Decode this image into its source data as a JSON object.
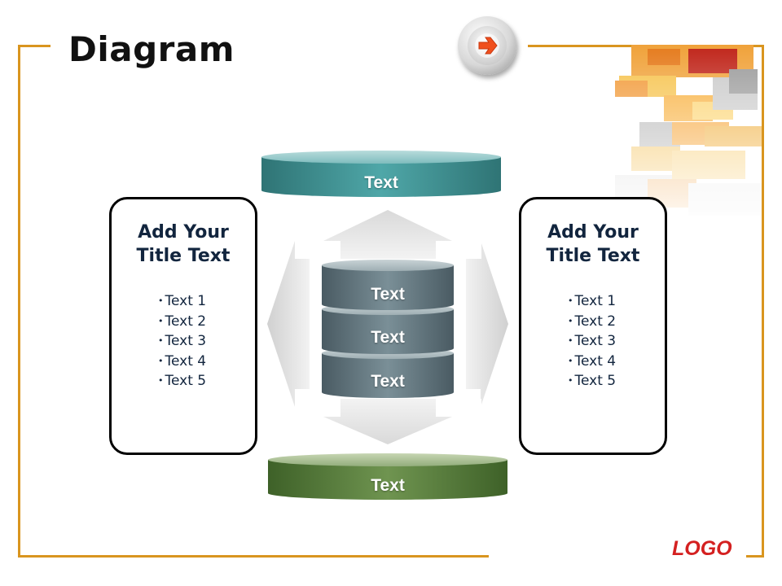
{
  "title": "Diagram",
  "logo": "LOGO",
  "top_disk": "Text",
  "bottom_disk": "Text",
  "stack": [
    "Text",
    "Text",
    "Text"
  ],
  "left_box": {
    "title_line1": "Add Your",
    "title_line2": "Title Text",
    "items": [
      "Text 1",
      "Text 2",
      "Text 3",
      "Text 4",
      "Text 5"
    ]
  },
  "right_box": {
    "title_line1": "Add Your",
    "title_line2": "Title Text",
    "items": [
      "Text 1",
      "Text 2",
      "Text 3",
      "Text 4",
      "Text 5"
    ]
  },
  "colors": {
    "frame": "#d9951f",
    "teal": "#3d8a8c",
    "slate": "#5c6f77",
    "green": "#4f7a36",
    "logo": "#d42020"
  },
  "icons": {
    "nav": "right-arrow-icon"
  }
}
